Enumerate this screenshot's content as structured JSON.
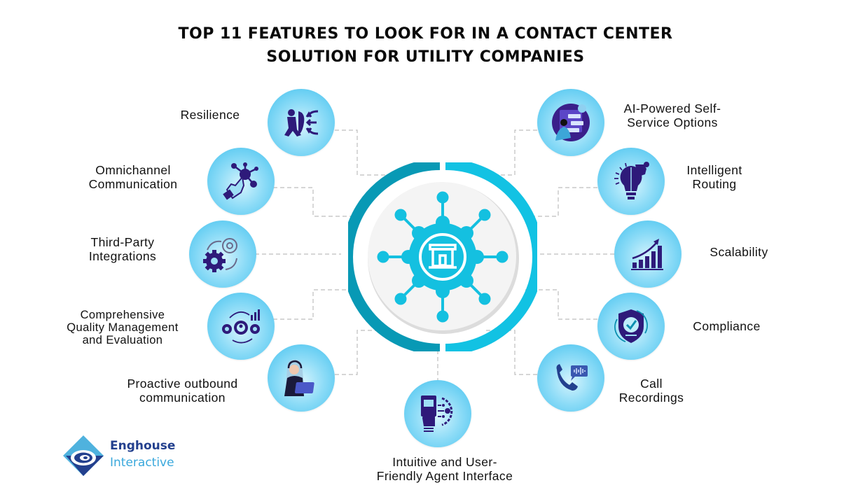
{
  "title": {
    "line1": "TOP 11 FEATURES TO LOOK FOR IN A CONTACT CENTER",
    "line2": "SOLUTION FOR UTILITY COMPANIES"
  },
  "colors": {
    "ring_left": "#0899b5",
    "ring_right": "#12c2e3",
    "hub_icon": "#14c0e0",
    "feature_icon": "#2e1a7a",
    "bubble_edge": "#3fc0ee",
    "connector": "#c8c8c8"
  },
  "hub": {
    "icon": "network-gear-building-icon"
  },
  "features": [
    {
      "id": "resilience",
      "lines": [
        "Resilience"
      ],
      "icon": "knight-shield-icon",
      "side": "left"
    },
    {
      "id": "omnichannel",
      "lines": [
        "Omnichannel",
        "Communication"
      ],
      "icon": "hand-network-icon",
      "side": "left"
    },
    {
      "id": "third-party",
      "lines": [
        "Third-Party",
        "Integrations"
      ],
      "icon": "gears-icon",
      "side": "left"
    },
    {
      "id": "quality",
      "lines": [
        "Comprehensive",
        "Quality Management",
        "and Evaluation"
      ],
      "icon": "gears-user-chart-icon",
      "side": "left"
    },
    {
      "id": "outbound",
      "lines": [
        "Proactive outbound",
        "communication"
      ],
      "icon": "agent-headset-laptop-icon",
      "side": "left"
    },
    {
      "id": "agent-interface",
      "lines": [
        "Intuitive and User-",
        "Friendly Agent Interface"
      ],
      "icon": "touch-interface-icon",
      "side": "bottom"
    },
    {
      "id": "ai-self-service",
      "lines": [
        "AI-Powered Self-",
        "Service Options"
      ],
      "icon": "chatbot-screen-icon",
      "side": "right"
    },
    {
      "id": "routing",
      "lines": [
        "Intelligent",
        "Routing"
      ],
      "icon": "puzzle-lightbulb-icon",
      "side": "right"
    },
    {
      "id": "scalability",
      "lines": [
        "Scalability"
      ],
      "icon": "growth-chart-icon",
      "side": "right"
    },
    {
      "id": "compliance",
      "lines": [
        "Compliance"
      ],
      "icon": "shield-check-icon",
      "side": "right"
    },
    {
      "id": "call-recordings",
      "lines": [
        "Call",
        "Recordings"
      ],
      "icon": "phone-audio-icon",
      "side": "right"
    }
  ],
  "logo": {
    "line1": "Enghouse",
    "line2": "Interactive"
  }
}
